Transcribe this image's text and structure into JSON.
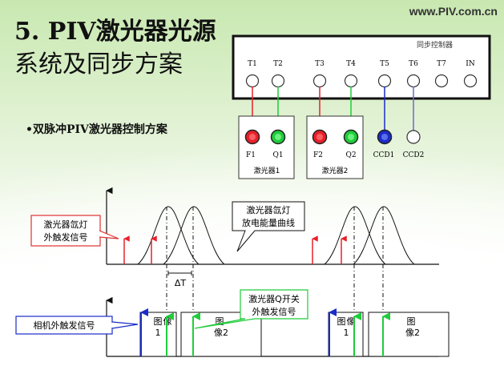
{
  "title": {
    "line1": "5. PIV激光器光源",
    "line2": "系统及同步方案"
  },
  "url": "www.PIV.com.cn",
  "bullet": "•双脉冲PIV激光器控制方案",
  "sync_controller": {
    "label": "同步控制器",
    "ports": [
      "T1",
      "T2",
      "T3",
      "T4",
      "T5",
      "T6",
      "T7",
      "IN"
    ]
  },
  "laser1": {
    "label": "激光器1",
    "ports": [
      "F1",
      "Q1"
    ]
  },
  "laser2": {
    "label": "激光器2",
    "ports": [
      "F2",
      "Q2"
    ]
  },
  "cameras": [
    "CCD1",
    "CCD2"
  ],
  "callouts": {
    "flash_trigger": [
      "激光器氙灯",
      "外触发信号"
    ],
    "discharge_curve": [
      "激光器氙灯",
      "放电能量曲线"
    ],
    "q_switch_trigger": [
      "激光器Q开关",
      "外触发信号"
    ],
    "camera_trigger": "相机外触发信号"
  },
  "delta_t": "ΔT",
  "frames": {
    "image1": [
      "图",
      "像",
      "1"
    ],
    "image2": [
      "图",
      "像2"
    ]
  },
  "colors": {
    "red": "#e8202a",
    "green": "#1fcc3a",
    "blue": "#1a2cc8",
    "callout_border": "#e03030"
  }
}
